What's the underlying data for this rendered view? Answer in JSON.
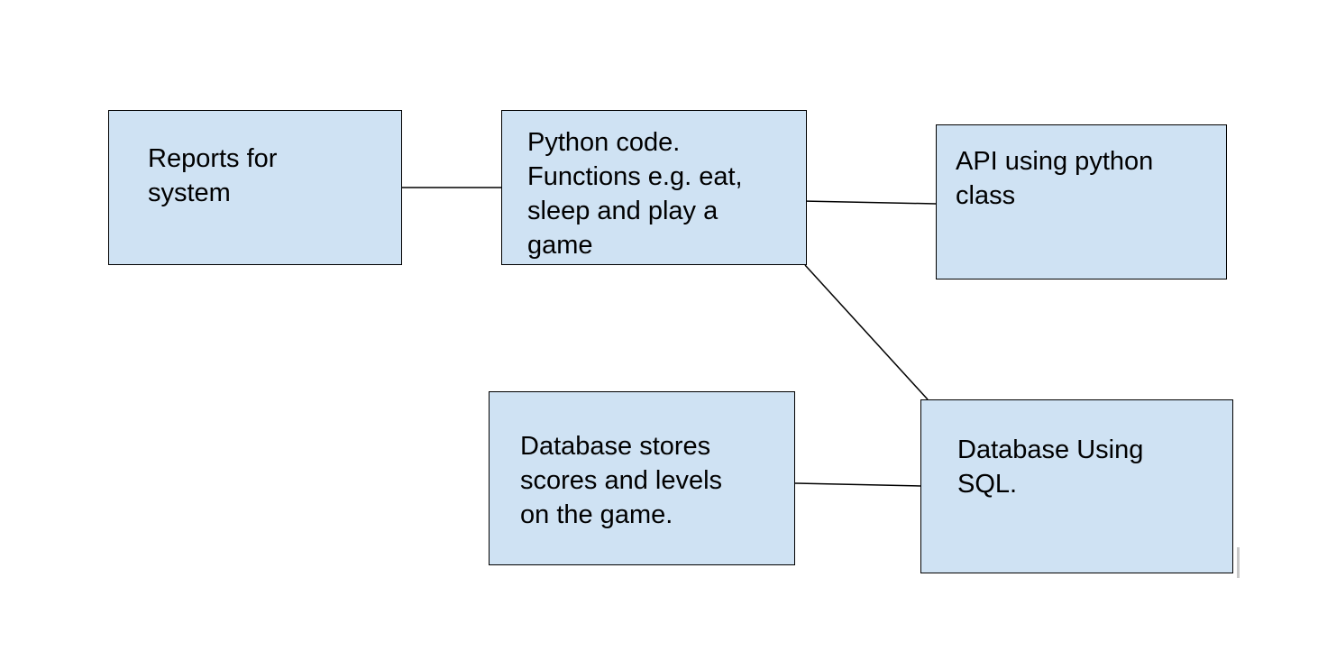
{
  "diagram": {
    "box_fill": "#cfe2f3",
    "line_color": "#000000",
    "nodes": {
      "reports": {
        "label": "Reports for\nsystem"
      },
      "python": {
        "label": "Python code.\nFunctions e.g. eat,\nsleep and play a\ngame"
      },
      "api": {
        "label": "API using python\nclass"
      },
      "db_stores": {
        "label": "Database stores\nscores and levels\non the game."
      },
      "db_sql": {
        "label": "Database Using\nSQL."
      }
    },
    "edges": [
      {
        "from": "reports",
        "to": "python"
      },
      {
        "from": "python",
        "to": "api"
      },
      {
        "from": "python",
        "to": "db_sql"
      },
      {
        "from": "db_stores",
        "to": "db_sql"
      }
    ]
  }
}
